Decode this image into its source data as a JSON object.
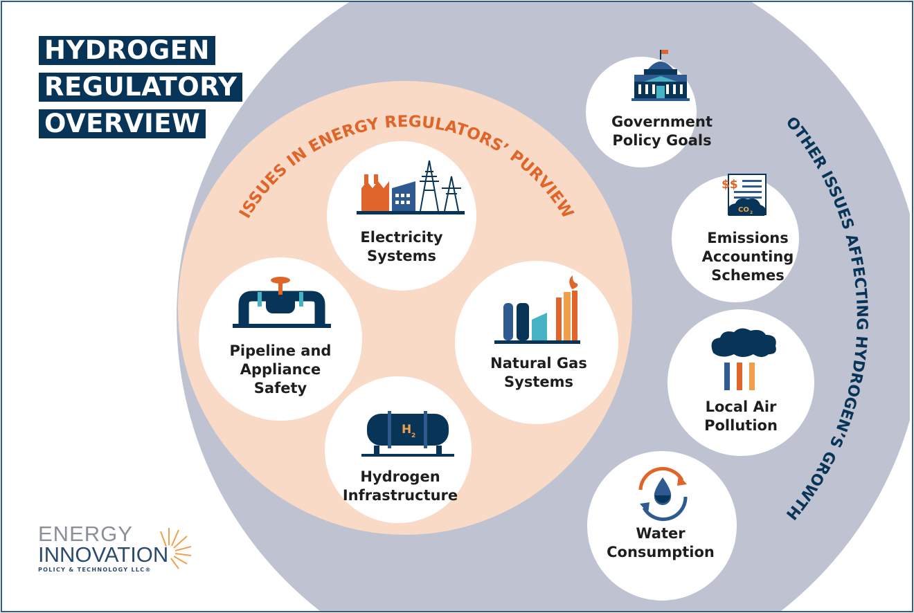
{
  "title": {
    "line1": "HYDROGEN",
    "line2": "REGULATORY",
    "line3": "OVERVIEW"
  },
  "inner_heading": "ISSUES IN ENERGY REGULATORS’ PURVIEW",
  "outer_heading": "OTHER ISSUES AFFECTING HYDROGEN’S GROWTH",
  "inner_items": [
    {
      "line1": "Electricity",
      "line2": "Systems",
      "icon": "power-grid-icon"
    },
    {
      "line1": "Pipeline and",
      "line2": "Appliance",
      "line3": "Safety",
      "icon": "pipeline-valve-icon"
    },
    {
      "line1": "Natural Gas",
      "line2": "Systems",
      "icon": "gas-plant-icon"
    },
    {
      "line1": "Hydrogen",
      "line2": "Infrastructure",
      "icon": "hydrogen-tank-icon",
      "tank_label": "H",
      "tank_sub": "2"
    }
  ],
  "outer_items": [
    {
      "line1": "Government",
      "line2": "Policy Goals",
      "icon": "capitol-building-icon"
    },
    {
      "line1": "Emissions",
      "line2": "Accounting",
      "line3": "Schemes",
      "icon": "emissions-document-icon",
      "money": "$$",
      "co2": "CO",
      "co2_sub": "2"
    },
    {
      "line1": "Local Air",
      "line2": "Pollution",
      "icon": "smokestack-icon"
    },
    {
      "line1": "Water",
      "line2": "Consumption",
      "icon": "water-cycle-icon"
    }
  ],
  "logo": {
    "line1": "ENERGY",
    "line2": "INNOVATION",
    "line3": "POLICY & TECHNOLOGY LLC®"
  },
  "colors": {
    "navy": "#073457",
    "orange": "#e0652a",
    "peach": "#f9dac6",
    "gray": "#bfc3d1",
    "teal": "#45b3c4",
    "blue": "#2f5a8f"
  }
}
